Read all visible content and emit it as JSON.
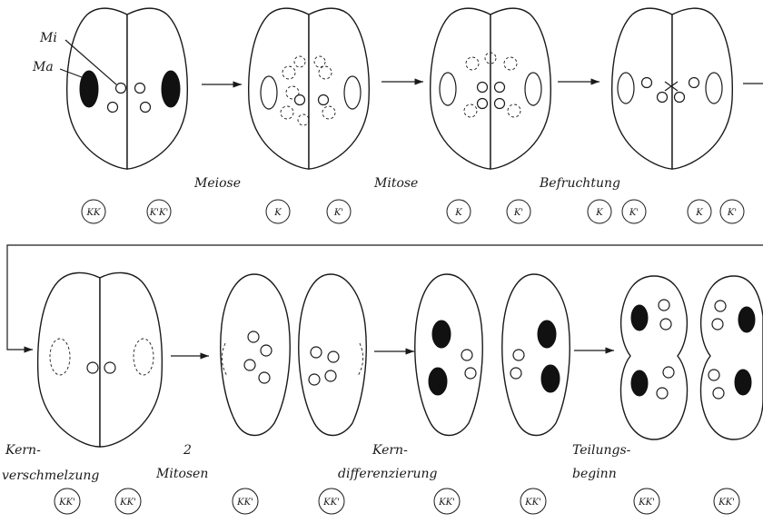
{
  "labels": {
    "mi": "Mi",
    "ma": "Ma",
    "meiose": "Meiose",
    "mitose": "Mitose",
    "befruchtung": "Befruchtung",
    "kern_line1": "Kern-",
    "kern_line2": "verschmelzung",
    "zwei": "2",
    "mitosen": "Mitosen",
    "kerndiff_line1": "Kern-",
    "kerndiff_line2": "differenzierung",
    "teilungs_line1": "Teilungs-",
    "teilungs_line2": "beginn"
  },
  "genotypes": {
    "row1": [
      "KK",
      "K'K'",
      "K",
      "K'",
      "K",
      "K'",
      "K",
      "K'",
      "K",
      "K'"
    ],
    "row2": [
      "KK'",
      "KK'",
      "KK'",
      "KK'",
      "KK'",
      "KK'",
      "KK'",
      "KK'"
    ]
  }
}
